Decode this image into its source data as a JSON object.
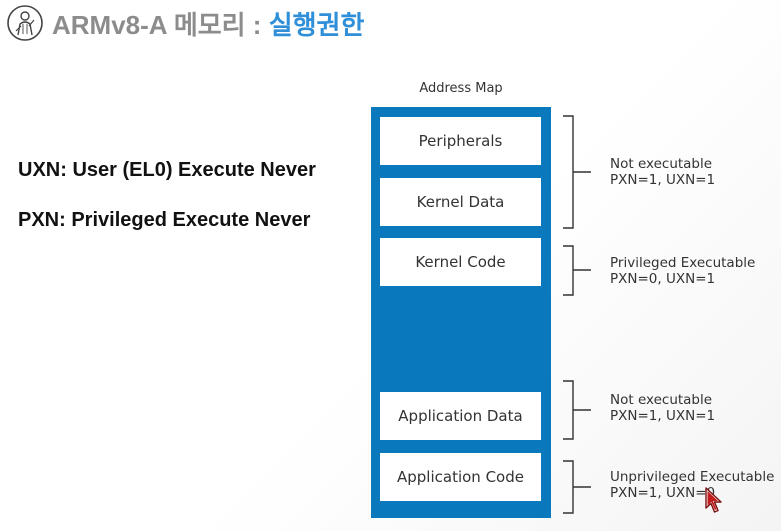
{
  "header": {
    "title_main": "ARMv8-A 메모리 : ",
    "title_accent": "실행권한",
    "logo_icon": "engraved-figure-logo-icon"
  },
  "definitions": {
    "uxn": "UXN: User (EL0) Execute Never",
    "pxn": "PXN: Privileged Execute Never"
  },
  "address_map": {
    "caption": "Address Map",
    "column_color": "#0a78bd",
    "regions": [
      {
        "label": "Peripherals"
      },
      {
        "label": "Kernel Data"
      },
      {
        "label": "Kernel Code"
      },
      {
        "label": "Application Data"
      },
      {
        "label": "Application Code"
      }
    ]
  },
  "permissions": [
    {
      "heading": "Not executable",
      "bits": "PXN=1, UXN=1"
    },
    {
      "heading": "Privileged Executable",
      "bits": "PXN=0, UXN=1"
    },
    {
      "heading": "Not executable",
      "bits": "PXN=1, UXN=1"
    },
    {
      "heading": "Unprivileged Executable",
      "bits": "PXN=1, UXN=0"
    }
  ],
  "accent_color": "#2f8fd8",
  "cursor_icon": "mouse-pointer-icon"
}
